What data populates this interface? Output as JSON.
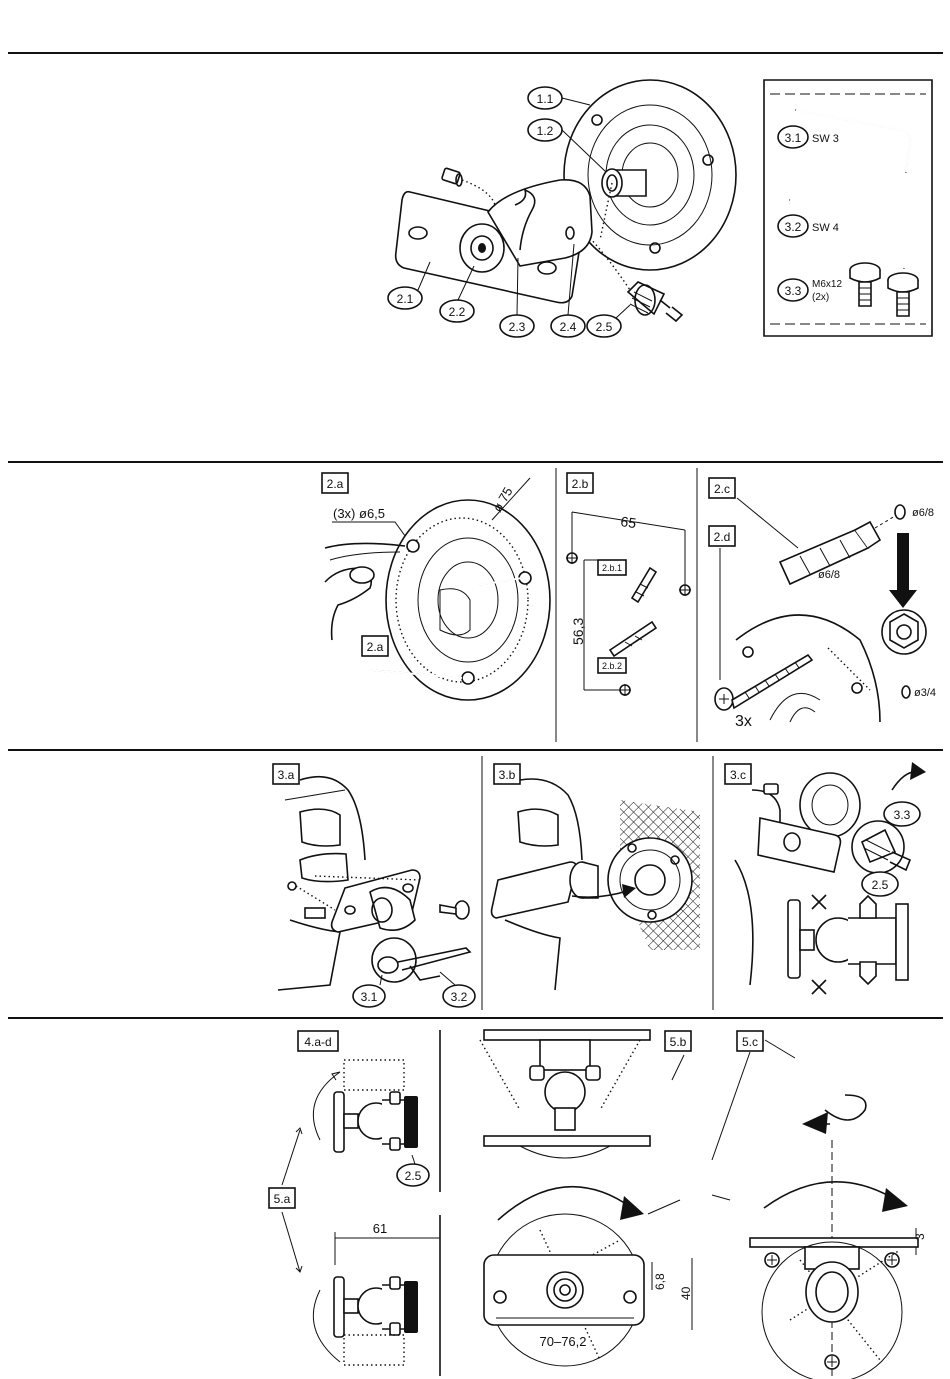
{
  "section1": {
    "parts": {
      "p1_1": "1.1",
      "p1_2": "1.2",
      "p2_1": "2.1",
      "p2_2": "2.2",
      "p2_3": "2.3",
      "p2_4": "2.4",
      "p2_5": "2.5"
    },
    "bag": {
      "p3_1": "3.1",
      "p3_1_desc": "SW 3",
      "p3_2": "3.2",
      "p3_2_desc": "SW 4",
      "p3_3": "3.3",
      "p3_3_desc": "M6x12",
      "p3_3_qty": "(2x)"
    }
  },
  "section2": {
    "a": {
      "label": "2.a",
      "label2": "2.a",
      "holes": "(3x) ø6,5",
      "diameter": "ø 75"
    },
    "b": {
      "label": "2.b",
      "width": "65",
      "height": "56,3",
      "sub1": "2.b.1",
      "sub2": "2.b.2"
    },
    "c": {
      "label": "2.c",
      "d1": "ø6/8",
      "d2": "ø6/8",
      "d3": "ø3/4"
    },
    "d": {
      "label": "2.d",
      "qty": "3x"
    }
  },
  "section3": {
    "a": {
      "label": "3.a",
      "p1": "3.1",
      "p2": "3.2"
    },
    "b": {
      "label": "3.b"
    },
    "c": {
      "label": "3.c",
      "p1": "3.3",
      "p2": "2.5"
    }
  },
  "section4": {
    "a": {
      "label": "4.a-d",
      "part": "2.5"
    },
    "s5a": {
      "label": "5.a",
      "width": "61"
    },
    "s5b": {
      "label": "5.b",
      "dim1": "6,8",
      "dim2": "40",
      "dim3": "70–76,2"
    },
    "s5c": {
      "label": "5.c",
      "dim": "3"
    }
  }
}
